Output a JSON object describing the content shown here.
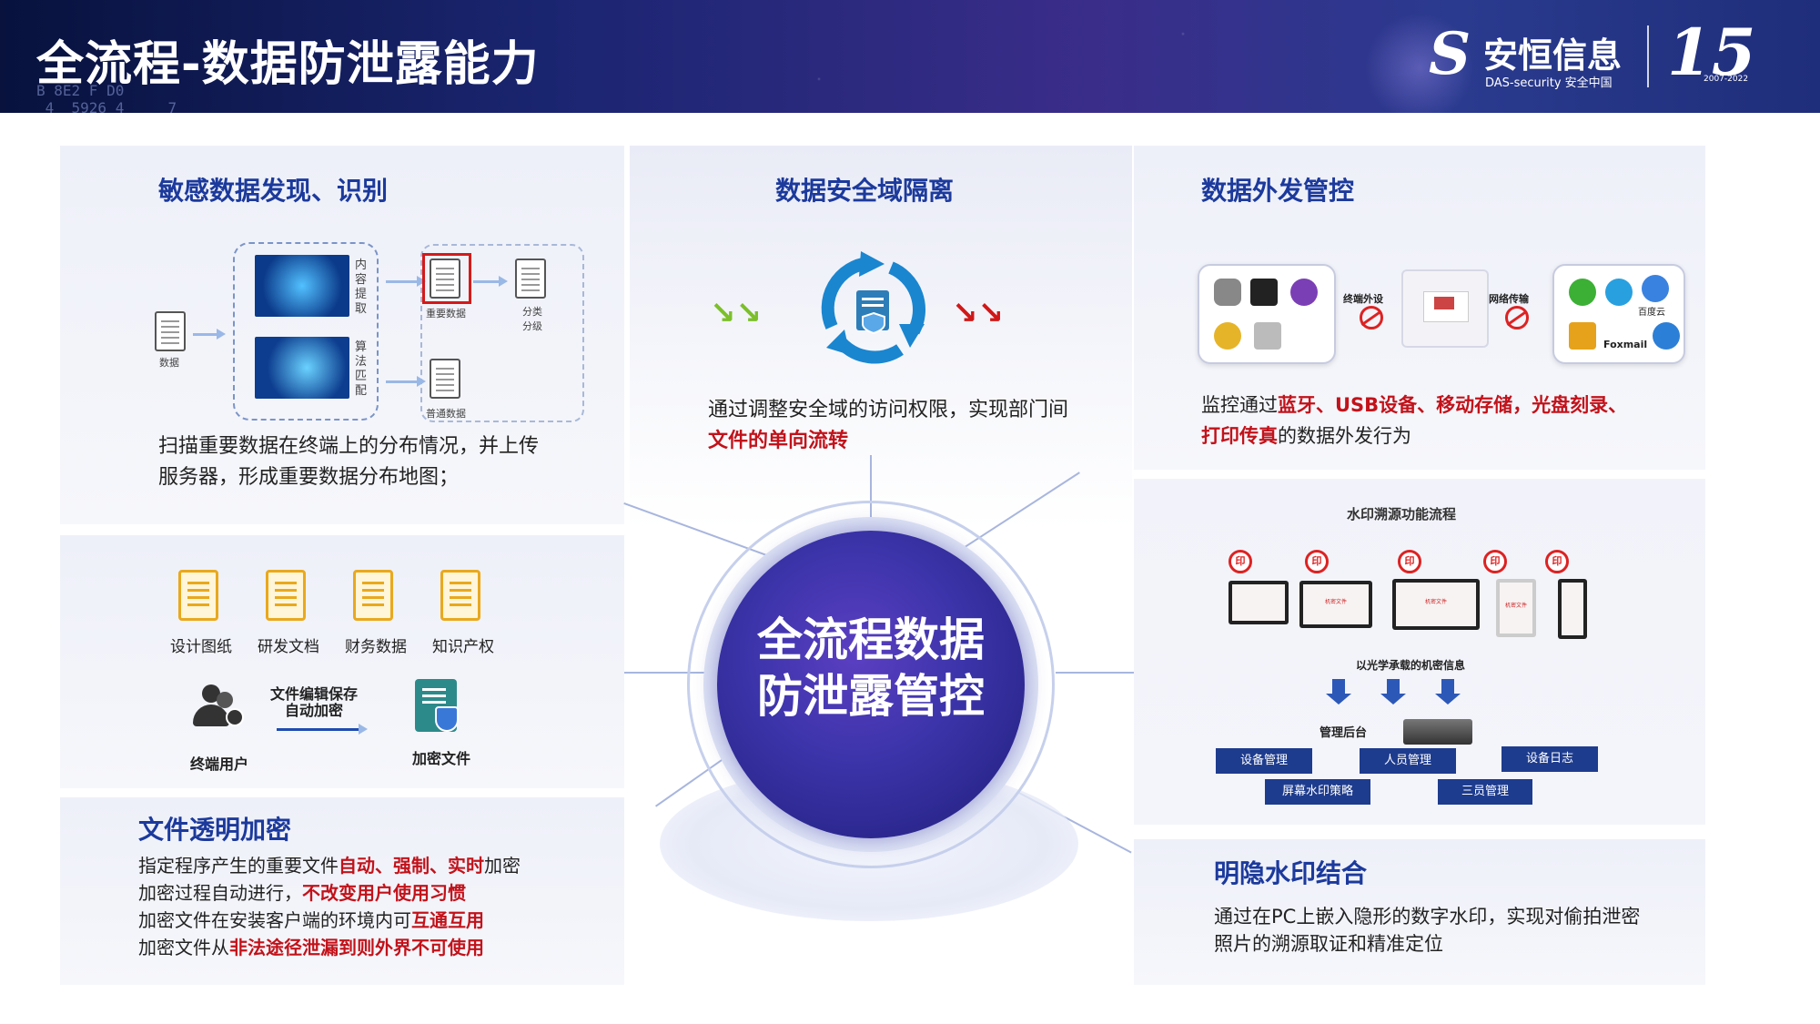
{
  "header": {
    "title": "全流程-数据防泄露能力",
    "codes": "B 8E2 F D0\n 4  5926 4     7",
    "logo_cn": "安恒信息",
    "logo_en": "DAS-security  安全中国",
    "logo_years": "2007-2022"
  },
  "center": {
    "line1": "全流程数据",
    "line2": "防泄露管控"
  },
  "sensitive": {
    "title": "敏感数据发现、识别",
    "desc_line1": "扫描重要数据在终端上的分布情况，并上传",
    "desc_line2": "服务器，形成重要数据分布地图；",
    "data_label": "数据",
    "extract_label": "内容提取",
    "match_label": "算法匹配",
    "important_label": "重要数据",
    "classify_label": "分类分级",
    "normal_label": "普通数据"
  },
  "encrypt_flow": {
    "files": [
      "设计图纸",
      "研发文档",
      "财务数据",
      "知识产权"
    ],
    "user_label": "终端用户",
    "arrow_line1": "文件编辑保存",
    "arrow_line2": "自动加密",
    "encrypted_label": "加密文件"
  },
  "transparent": {
    "title": "文件透明加密",
    "l1_a": "指定程序产生的重要文件",
    "l1_b": "自动、强制、实时",
    "l1_c": "加密",
    "l2_a": "加密过程自动进行，",
    "l2_b": "不改变用户使用习惯",
    "l3_a": "加密文件在安装客户端的环境内可",
    "l3_b": "互通互用",
    "l4_a": "加密文件从",
    "l4_b": "非法途径泄漏到则外界不可使用"
  },
  "domain": {
    "title": "数据安全域隔离",
    "desc_a": "通过调整安全域的访问权限，实现部门间",
    "desc_b": "文件的单向流转"
  },
  "outbound": {
    "title": "数据外发管控",
    "peripheral_label": "终端外设",
    "network_label": "网络传输",
    "cloud_label": "百度云",
    "foxmail_label": "Foxmail",
    "desc_a": "监控通过",
    "desc_b": "蓝牙、USB设备、移动存储，光盘刻录、",
    "desc_c": "打印传真",
    "desc_d": "的数据外发行为"
  },
  "watermark_flow": {
    "title": "水印溯源功能流程",
    "badge": "印",
    "screen_text": "机密文件",
    "carrier_label": "以光学承载的机密信息",
    "backend_label": "管理后台",
    "buttons": [
      "设备管理",
      "人员管理",
      "设备日志",
      "屏幕水印策略",
      "三员管理"
    ]
  },
  "watermark": {
    "title": "明隐水印结合",
    "desc_line1": "通过在PC上嵌入隐形的数字水印，实现对偷拍泄密",
    "desc_line2": "照片的溯源取证和精准定位"
  },
  "colors": {
    "title_blue": "#1c3a9c",
    "highlight_red": "#c2121a",
    "core_purple": "#3a33a8"
  }
}
